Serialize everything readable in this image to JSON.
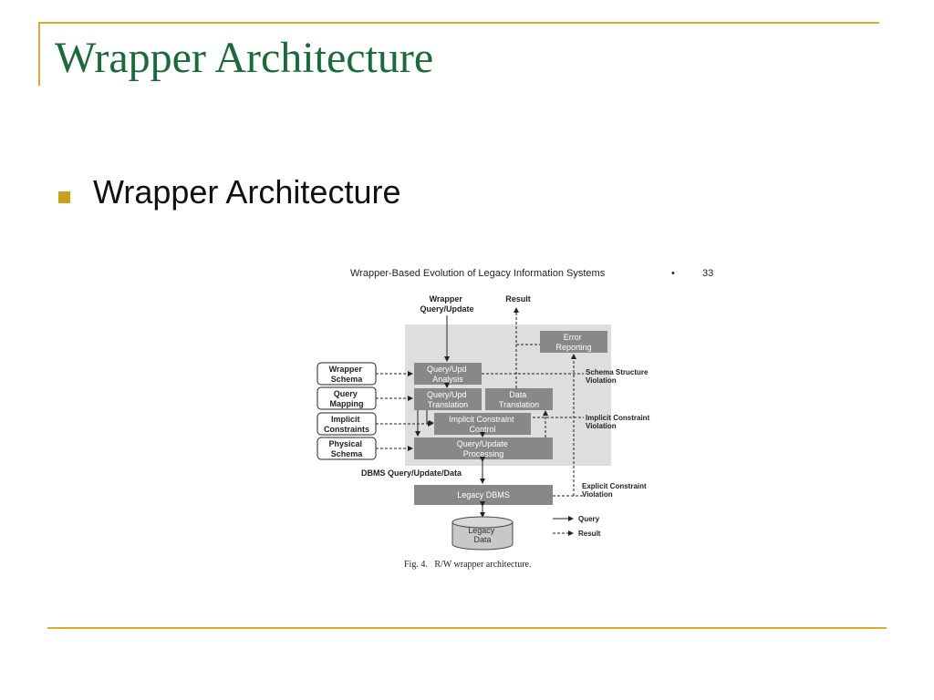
{
  "slide": {
    "title": "Wrapper Architecture",
    "bullet": "Wrapper Architecture",
    "colors": {
      "title": "#1a6b3a",
      "rule": "#e0a92e",
      "bullet": "#c8a21a",
      "box": "#888888",
      "panel": "#dedede"
    }
  },
  "figure": {
    "header": "Wrapper-Based Evolution of Legacy Information Systems",
    "page_mark": "•",
    "page_no": "33",
    "caption": "Fig. 4.   R/W wrapper architecture.",
    "inputs": {
      "wrapper_query": [
        "Wrapper",
        "Query/Update"
      ],
      "result": "Result"
    },
    "left_boxes": [
      [
        "Wrapper",
        "Schema"
      ],
      [
        "Query",
        "Mapping"
      ],
      [
        "Implicit",
        "Constraints"
      ],
      [
        "Physical",
        "Schema"
      ]
    ],
    "modules": {
      "error_reporting": [
        "Error",
        "Reporting"
      ],
      "analysis": [
        "Query/Upd",
        "Analysis"
      ],
      "translation": [
        "Query/Upd",
        "Translation"
      ],
      "data_translation": [
        "Data",
        "Translation"
      ],
      "constraint_control": [
        "Implicit Constraint",
        "Control"
      ],
      "processing": [
        "Query/Update",
        "Processing"
      ],
      "legacy_dbms": "Legacy DBMS",
      "legacy_data": [
        "Legacy",
        "Data"
      ]
    },
    "dbms_label": "DBMS Query/Update/Data",
    "violations": {
      "schema": [
        "Schema Structure",
        "Violation"
      ],
      "implicit": [
        "Implicit Constraint",
        "Violation"
      ],
      "explicit": [
        "Explicit Constraint",
        "Violation"
      ]
    },
    "legend": {
      "query": "Query",
      "result": "Result"
    }
  }
}
